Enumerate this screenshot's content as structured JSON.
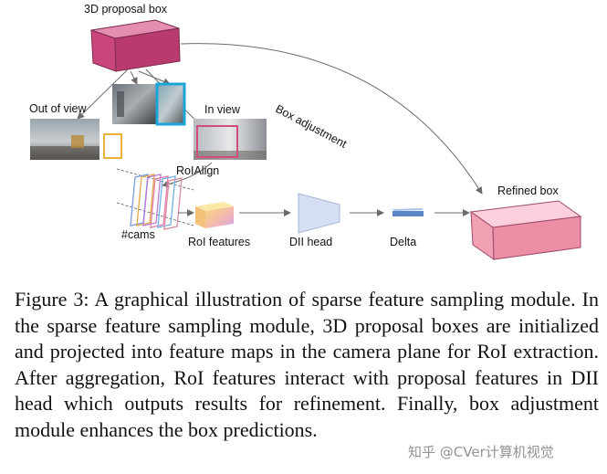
{
  "figure": {
    "labels": {
      "proposal_box": "3D proposal box",
      "out_of_view": "Out of view",
      "in_view": "In view",
      "roi_align": "RoIAlign",
      "cams": "#cams",
      "roi_features": "RoI features",
      "dii_head": "DII head",
      "delta": "Delta",
      "refined_box": "Refined box",
      "box_adjustment": "Box adjustment"
    },
    "colors": {
      "proposal_box": "#c9467a",
      "refined_box": "#f2a0b4",
      "highlight_cyan": "#1aa6d8",
      "out_of_view_marker": "#e8b23a",
      "dii_head": "#d5def3",
      "delta": "#5a86c8",
      "arrow": "#6b6b6b"
    }
  },
  "caption": {
    "text": "Figure 3: A graphical illustration of sparse feature sampling module. In the sparse feature sampling module, 3D proposal boxes are initialized and projected into feature maps in the camera plane for RoI extraction. After aggregation, RoI features interact with proposal features in DII head which outputs results for refinement. Finally, box adjustment module enhances the box predictions."
  },
  "watermark": {
    "text": "知乎 @CVer计算机视觉"
  }
}
